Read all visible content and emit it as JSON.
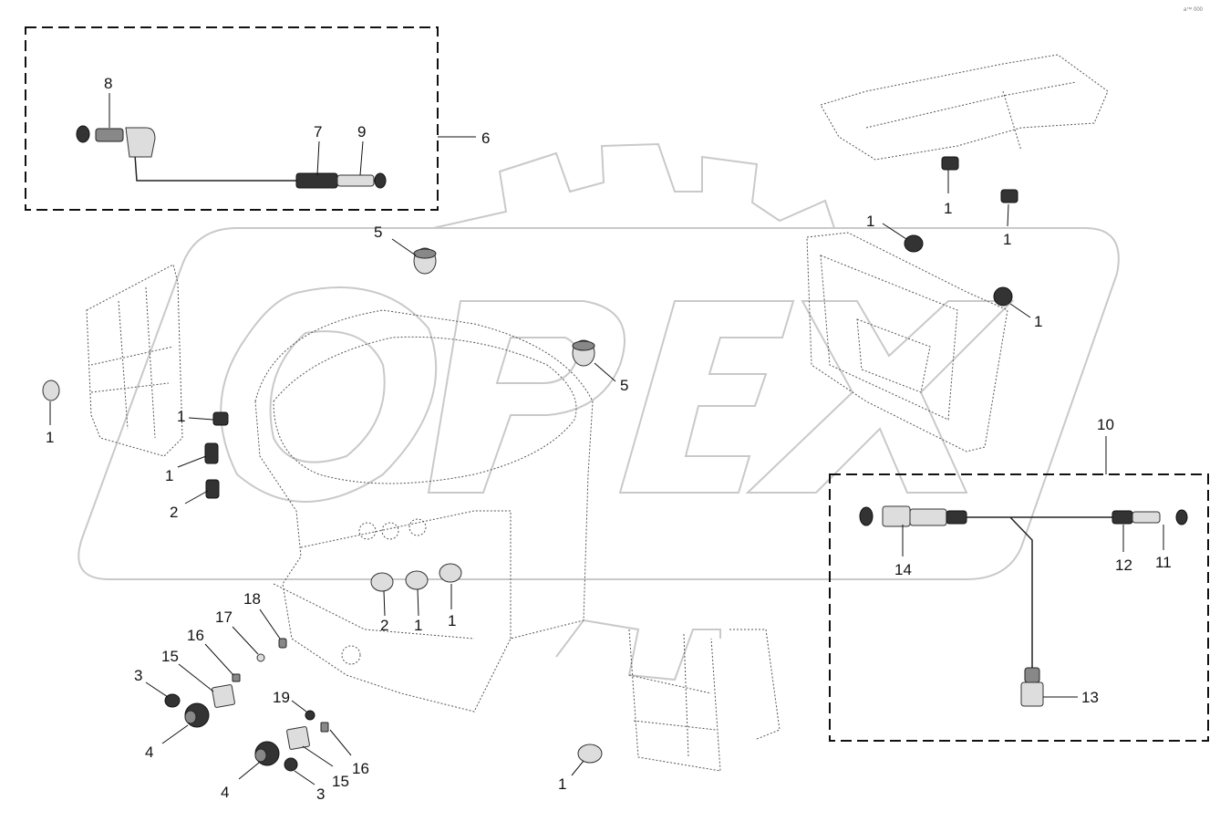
{
  "watermark": "OPEX",
  "corner_mark": "a™ 000",
  "groups": [
    {
      "id": "6",
      "label": "6"
    },
    {
      "id": "10",
      "label": "10"
    }
  ],
  "callouts": [
    {
      "id": "c8",
      "text": "8"
    },
    {
      "id": "c7",
      "text": "7"
    },
    {
      "id": "c9",
      "text": "9"
    },
    {
      "id": "c6",
      "text": "6"
    },
    {
      "id": "c5a",
      "text": "5"
    },
    {
      "id": "c5b",
      "text": "5"
    },
    {
      "id": "c1a",
      "text": "1"
    },
    {
      "id": "c1b",
      "text": "1"
    },
    {
      "id": "c1c",
      "text": "1"
    },
    {
      "id": "c1d",
      "text": "1"
    },
    {
      "id": "c1e",
      "text": "1"
    },
    {
      "id": "c1f",
      "text": "1"
    },
    {
      "id": "c1g",
      "text": "1"
    },
    {
      "id": "c1h",
      "text": "1"
    },
    {
      "id": "c1i",
      "text": "1"
    },
    {
      "id": "c1j",
      "text": "1"
    },
    {
      "id": "c2a",
      "text": "2"
    },
    {
      "id": "c2b",
      "text": "2"
    },
    {
      "id": "c10",
      "text": "10"
    },
    {
      "id": "c14",
      "text": "14"
    },
    {
      "id": "c12",
      "text": "12"
    },
    {
      "id": "c11",
      "text": "11"
    },
    {
      "id": "c13",
      "text": "13"
    },
    {
      "id": "c18",
      "text": "18"
    },
    {
      "id": "c17",
      "text": "17"
    },
    {
      "id": "c16a",
      "text": "16"
    },
    {
      "id": "c15a",
      "text": "15"
    },
    {
      "id": "c3a",
      "text": "3"
    },
    {
      "id": "c4a",
      "text": "4"
    },
    {
      "id": "c19",
      "text": "19"
    },
    {
      "id": "c16b",
      "text": "16"
    },
    {
      "id": "c15b",
      "text": "15"
    },
    {
      "id": "c4b",
      "text": "4"
    },
    {
      "id": "c3b",
      "text": "3"
    }
  ]
}
